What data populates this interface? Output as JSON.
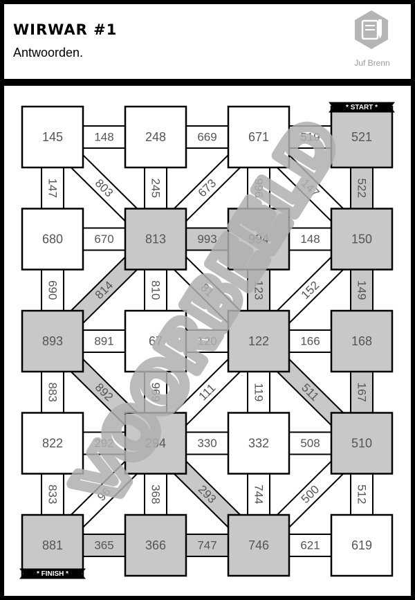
{
  "header": {
    "title": "WIRWAR #1",
    "subtitle": "Antwoorden.",
    "brand": "Juf Brenn"
  },
  "colors": {
    "border": "#000000",
    "shaded": "#c8c8c8",
    "plain": "#ffffff",
    "text": "#555555",
    "watermark": "#b0b0b0"
  },
  "tags": {
    "start": "* START *",
    "finish": "* FINISH *"
  },
  "watermark": "VOORBEELD",
  "squares": [
    {
      "label": "145",
      "shaded": false
    },
    {
      "label": "248",
      "shaded": false
    },
    {
      "label": "671",
      "shaded": false
    },
    {
      "label": "521",
      "shaded": true
    },
    {
      "label": "680",
      "shaded": false
    },
    {
      "label": "813",
      "shaded": true
    },
    {
      "label": "994",
      "shaded": true
    },
    {
      "label": "150",
      "shaded": true
    },
    {
      "label": "893",
      "shaded": true
    },
    {
      "label": "67",
      "shaded": false
    },
    {
      "label": "122",
      "shaded": true
    },
    {
      "label": "168",
      "shaded": true
    },
    {
      "label": "822",
      "shaded": false
    },
    {
      "label": "294",
      "shaded": true
    },
    {
      "label": "332",
      "shaded": false
    },
    {
      "label": "510",
      "shaded": true
    },
    {
      "label": "881",
      "shaded": true
    },
    {
      "label": "366",
      "shaded": true
    },
    {
      "label": "746",
      "shaded": true
    },
    {
      "label": "619",
      "shaded": false
    }
  ],
  "h_connectors": [
    {
      "row": 0,
      "col": 0,
      "label": "148",
      "shaded": false
    },
    {
      "row": 0,
      "col": 1,
      "label": "669",
      "shaded": false
    },
    {
      "row": 0,
      "col": 2,
      "label": "519",
      "shaded": false
    },
    {
      "row": 1,
      "col": 0,
      "label": "670",
      "shaded": false
    },
    {
      "row": 1,
      "col": 1,
      "label": "993",
      "shaded": true
    },
    {
      "row": 1,
      "col": 2,
      "label": "148",
      "shaded": false
    },
    {
      "row": 2,
      "col": 0,
      "label": "891",
      "shaded": false
    },
    {
      "row": 2,
      "col": 1,
      "label": "120",
      "shaded": false
    },
    {
      "row": 2,
      "col": 2,
      "label": "166",
      "shaded": false
    },
    {
      "row": 3,
      "col": 0,
      "label": "292",
      "shaded": false
    },
    {
      "row": 3,
      "col": 1,
      "label": "330",
      "shaded": false
    },
    {
      "row": 3,
      "col": 2,
      "label": "508",
      "shaded": false
    },
    {
      "row": 4,
      "col": 0,
      "label": "365",
      "shaded": true
    },
    {
      "row": 4,
      "col": 1,
      "label": "747",
      "shaded": true
    },
    {
      "row": 4,
      "col": 2,
      "label": "621",
      "shaded": false
    }
  ],
  "v_connectors": [
    {
      "row": 0,
      "col": 0,
      "label": "147",
      "shaded": false
    },
    {
      "row": 0,
      "col": 1,
      "label": "245",
      "shaded": false
    },
    {
      "row": 0,
      "col": 2,
      "label": "996",
      "shaded": false
    },
    {
      "row": 0,
      "col": 3,
      "label": "522",
      "shaded": true
    },
    {
      "row": 1,
      "col": 0,
      "label": "690",
      "shaded": false
    },
    {
      "row": 1,
      "col": 1,
      "label": "810",
      "shaded": false
    },
    {
      "row": 1,
      "col": 2,
      "label": "123",
      "shaded": true
    },
    {
      "row": 1,
      "col": 3,
      "label": "149",
      "shaded": true
    },
    {
      "row": 2,
      "col": 0,
      "label": "883",
      "shaded": false
    },
    {
      "row": 2,
      "col": 1,
      "label": "969",
      "shaded": false
    },
    {
      "row": 2,
      "col": 2,
      "label": "119",
      "shaded": false
    },
    {
      "row": 2,
      "col": 3,
      "label": "167",
      "shaded": true
    },
    {
      "row": 3,
      "col": 0,
      "label": "833",
      "shaded": false
    },
    {
      "row": 3,
      "col": 1,
      "label": "368",
      "shaded": false
    },
    {
      "row": 3,
      "col": 2,
      "label": "744",
      "shaded": false
    },
    {
      "row": 3,
      "col": 3,
      "label": "512",
      "shaded": false
    }
  ],
  "d_connectors": [
    {
      "row": 0,
      "col": 0,
      "dir": "down",
      "label": "803",
      "shaded": false
    },
    {
      "row": 0,
      "col": 1,
      "dir": "up",
      "label": "673",
      "shaded": false
    },
    {
      "row": 0,
      "col": 2,
      "dir": "down",
      "label": "147",
      "shaded": false
    },
    {
      "row": 1,
      "col": 0,
      "dir": "up",
      "label": "814",
      "shaded": true
    },
    {
      "row": 1,
      "col": 1,
      "dir": "down",
      "label": "81",
      "shaded": false
    },
    {
      "row": 1,
      "col": 2,
      "dir": "up",
      "label": "152",
      "shaded": false
    },
    {
      "row": 2,
      "col": 0,
      "dir": "down",
      "label": "892",
      "shaded": true
    },
    {
      "row": 2,
      "col": 1,
      "dir": "up",
      "label": "111",
      "shaded": false
    },
    {
      "row": 2,
      "col": 2,
      "dir": "down",
      "label": "511",
      "shaded": true
    },
    {
      "row": 3,
      "col": 0,
      "dir": "up",
      "label": "96",
      "shaded": false
    },
    {
      "row": 3,
      "col": 1,
      "dir": "down",
      "label": "293",
      "shaded": true
    },
    {
      "row": 3,
      "col": 2,
      "dir": "up",
      "label": "500",
      "shaded": false
    }
  ]
}
